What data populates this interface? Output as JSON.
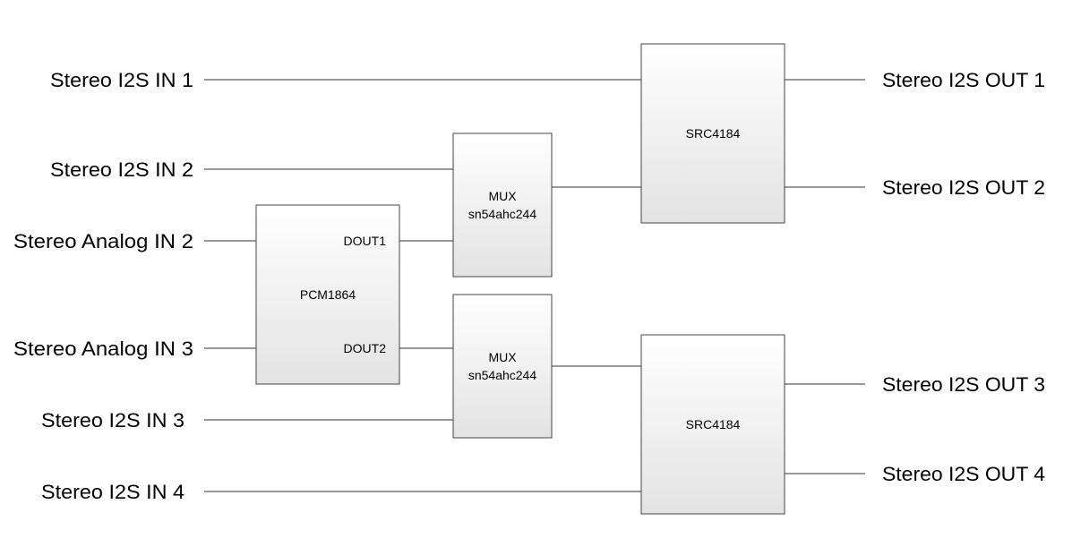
{
  "inputs": [
    {
      "label": "Stereo I2S IN 1"
    },
    {
      "label": "Stereo I2S IN 2"
    },
    {
      "label": "Stereo Analog IN 2"
    },
    {
      "label": "Stereo Analog IN 3"
    },
    {
      "label": "Stereo I2S IN 3"
    },
    {
      "label": "Stereo I2S IN 4"
    }
  ],
  "outputs": [
    {
      "label": "Stereo I2S OUT 1"
    },
    {
      "label": "Stereo I2S OUT 2"
    },
    {
      "label": "Stereo I2S OUT 3"
    },
    {
      "label": "Stereo I2S OUT 4"
    }
  ],
  "blocks": {
    "adc": {
      "label": "PCM1864",
      "pin1": "DOUT1",
      "pin2": "DOUT2"
    },
    "mux1": {
      "line1": "MUX",
      "line2": "sn54ahc244"
    },
    "mux2": {
      "line1": "MUX",
      "line2": "sn54ahc244"
    },
    "src1": {
      "label": "SRC4184"
    },
    "src2": {
      "label": "SRC4184"
    }
  },
  "colors": {
    "block_fill_top": "#ffffff",
    "block_fill_bottom": "#e3e3e3",
    "line": "#333333"
  }
}
